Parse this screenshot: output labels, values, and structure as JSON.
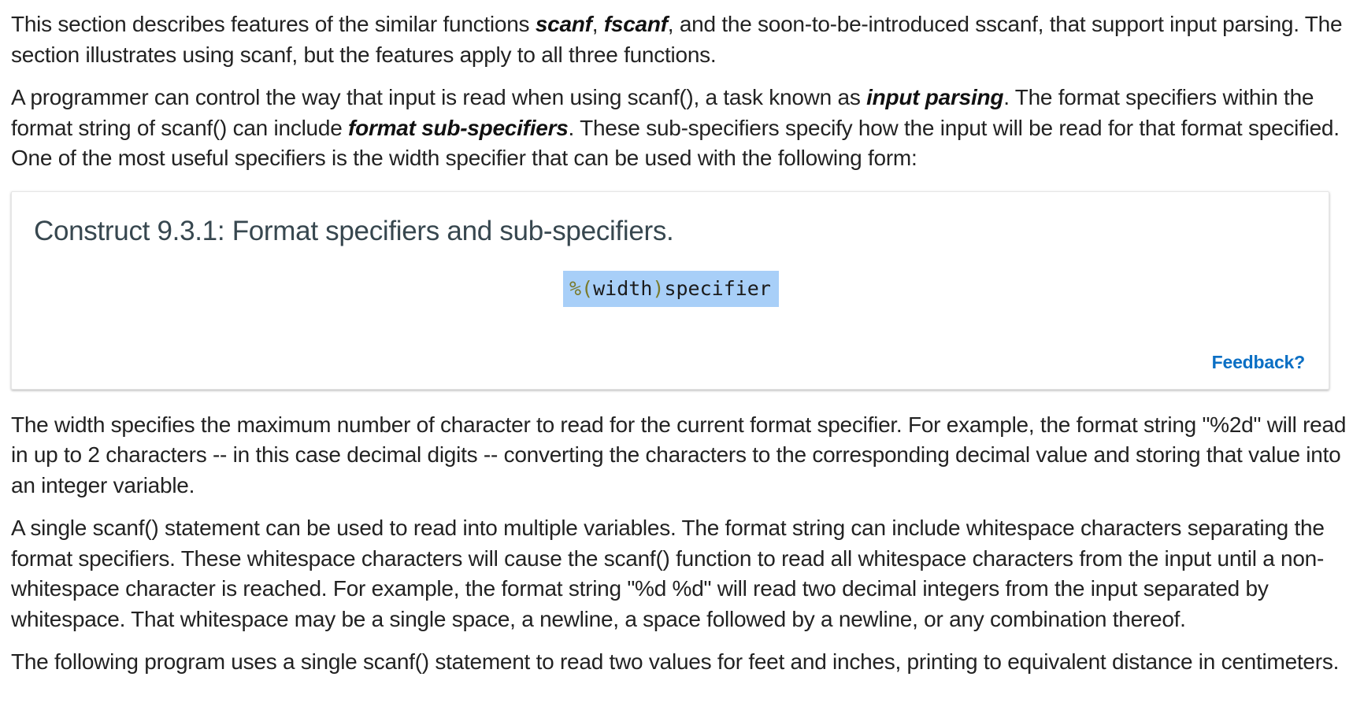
{
  "intro": {
    "p1_pre": "This section describes features of the similar functions ",
    "p1_b1": "scanf",
    "p1_sep": ", ",
    "p1_b2": "fscanf",
    "p1_post": ", and the soon-to-be-introduced sscanf, that support input parsing. The section illustrates using scanf, but the features apply to all three functions.",
    "p2_pre": "A programmer can control the way that input is read when using scanf(), a task known as ",
    "p2_b1": "input parsing",
    "p2_mid": ". The format specifiers within the format string of scanf() can include ",
    "p2_b2": "format sub-specifiers",
    "p2_post": ". These sub-specifiers specify how the input will be read for that format specified. One of the most useful specifiers is the width specifier that can be used with the following form:"
  },
  "construct": {
    "title": "Construct 9.3.1: Format specifiers and sub-specifiers.",
    "code_pct": "%",
    "code_open": "(",
    "code_width": "width",
    "code_close": ")",
    "code_spec": "specifier",
    "feedback_label": "Feedback?"
  },
  "body": {
    "p3": "The width specifies the maximum number of character to read for the current format specifier. For example, the format string \"%2d\" will read in up to 2 characters -- in this case decimal digits -- converting the characters to the corresponding decimal value and storing that value into an integer variable.",
    "p4": "A single scanf() statement can be used to read into multiple variables. The format string can include whitespace characters separating the format specifiers. These whitespace characters will cause the scanf() function to read all whitespace characters from the input until a non-whitespace character is reached. For example, the format string \"%d %d\" will read two decimal integers from the input separated by whitespace. That whitespace may be a single space, a newline, a space followed by a newline, or any combination thereof.",
    "p5": "The following program uses a single scanf() statement to read two values for feet and inches, printing to equivalent distance in centimeters."
  },
  "colors": {
    "code_highlight": "#a8cff8",
    "link": "#0b6fc4",
    "title": "#37474f"
  }
}
